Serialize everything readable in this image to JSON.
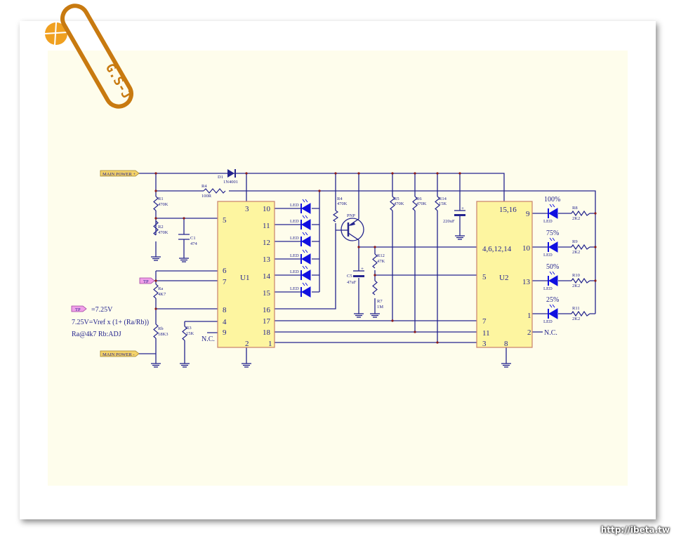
{
  "logo": {
    "text": "G.S-J"
  },
  "watermark": "http://ibeta.tw",
  "ports": {
    "power_plus": "MAIN POWER +",
    "power_minus": "MAIN POWER -",
    "tp": "TP"
  },
  "notes": {
    "line1": "=7.25V",
    "line2": "7.25V=Vref x (1+ (Ra/Rb))",
    "line3": "Ra@4k7 Rb:ADJ"
  },
  "components": {
    "D1": {
      "ref": "D1",
      "value": "1N4001"
    },
    "R4a": {
      "ref": "R4",
      "value": "100R"
    },
    "R1": {
      "ref": "R1",
      "value": "470K"
    },
    "R2": {
      "ref": "R2",
      "value": "470K"
    },
    "C1": {
      "ref": "C1",
      "value": "474"
    },
    "Ra": {
      "ref": "Ra",
      "value": "4K7"
    },
    "Rb": {
      "ref": "Rb",
      "value": "18K3"
    },
    "R3": {
      "ref": "R3",
      "value": "15K"
    },
    "R4b": {
      "ref": "R4",
      "value": "470K"
    },
    "Q": {
      "ref": "PNP"
    },
    "C5": {
      "ref": "C5",
      "value": "47uF"
    },
    "R12": {
      "ref": "R12",
      "value": "47K"
    },
    "R7": {
      "ref": "R7",
      "value": "1M"
    },
    "R5": {
      "ref": "R5",
      "value": "470K"
    },
    "R6": {
      "ref": "R6",
      "value": "470K"
    },
    "R14": {
      "ref": "R14",
      "value": "15K"
    },
    "C220": {
      "value": "220uF"
    },
    "R8": {
      "ref": "R8",
      "value": "2K2"
    },
    "R9": {
      "ref": "R9",
      "value": "2K2"
    },
    "R10": {
      "ref": "R10",
      "value": "2K2"
    },
    "R11": {
      "ref": "R11",
      "value": "2K2"
    }
  },
  "led_label": "LED",
  "levels": [
    "100%",
    "75%",
    "50%",
    "25%"
  ],
  "nc": "N.C.",
  "U1": {
    "name": "U1",
    "top": "3",
    "bottom": "2",
    "left": [
      "5",
      "6",
      "7",
      "8",
      "4",
      "9"
    ],
    "right": [
      "10",
      "11",
      "12",
      "13",
      "14",
      "15",
      "16",
      "17",
      "18",
      "1"
    ]
  },
  "U2": {
    "name": "U2",
    "top": "15,16",
    "bottom": "8",
    "left": [
      "4,6,12,14",
      "5",
      "7",
      "11",
      "3"
    ],
    "right": [
      "9",
      "10",
      "13",
      "1",
      "2"
    ]
  }
}
